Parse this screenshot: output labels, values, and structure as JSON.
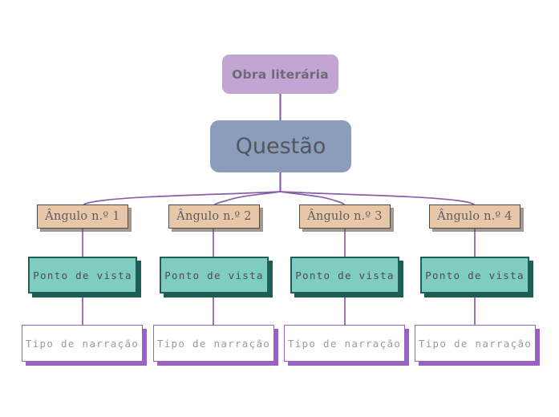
{
  "diagram": {
    "title_node": {
      "label": "Obra literária"
    },
    "question_node": {
      "label": "Questão"
    },
    "columns": [
      {
        "angle": "Ângulo n.º 1",
        "viewpoint": "Ponto de vista",
        "narration": "Tipo de narração"
      },
      {
        "angle": "Ângulo n.º 2",
        "viewpoint": "Ponto de vista",
        "narration": "Tipo de narração"
      },
      {
        "angle": "Ângulo n.º 3",
        "viewpoint": "Ponto de vista",
        "narration": "Tipo de narração"
      },
      {
        "angle": "Ângulo n.º 4",
        "viewpoint": "Ponto de vista",
        "narration": "Tipo de narração"
      }
    ],
    "colors": {
      "root_fill": "#c3a5d4",
      "question_fill": "#8b9dba",
      "angle_fill": "#e8c6a8",
      "angle_border": "#4a4a4a",
      "viewpoint_fill": "#7fccc0",
      "viewpoint_border": "#1d5e55",
      "narration_fill": "#ffffff",
      "narration_border": "#9a62c0",
      "connector": "#8a5fa8",
      "background": "#ffffff",
      "text_gray": "#5a5a5a"
    }
  }
}
